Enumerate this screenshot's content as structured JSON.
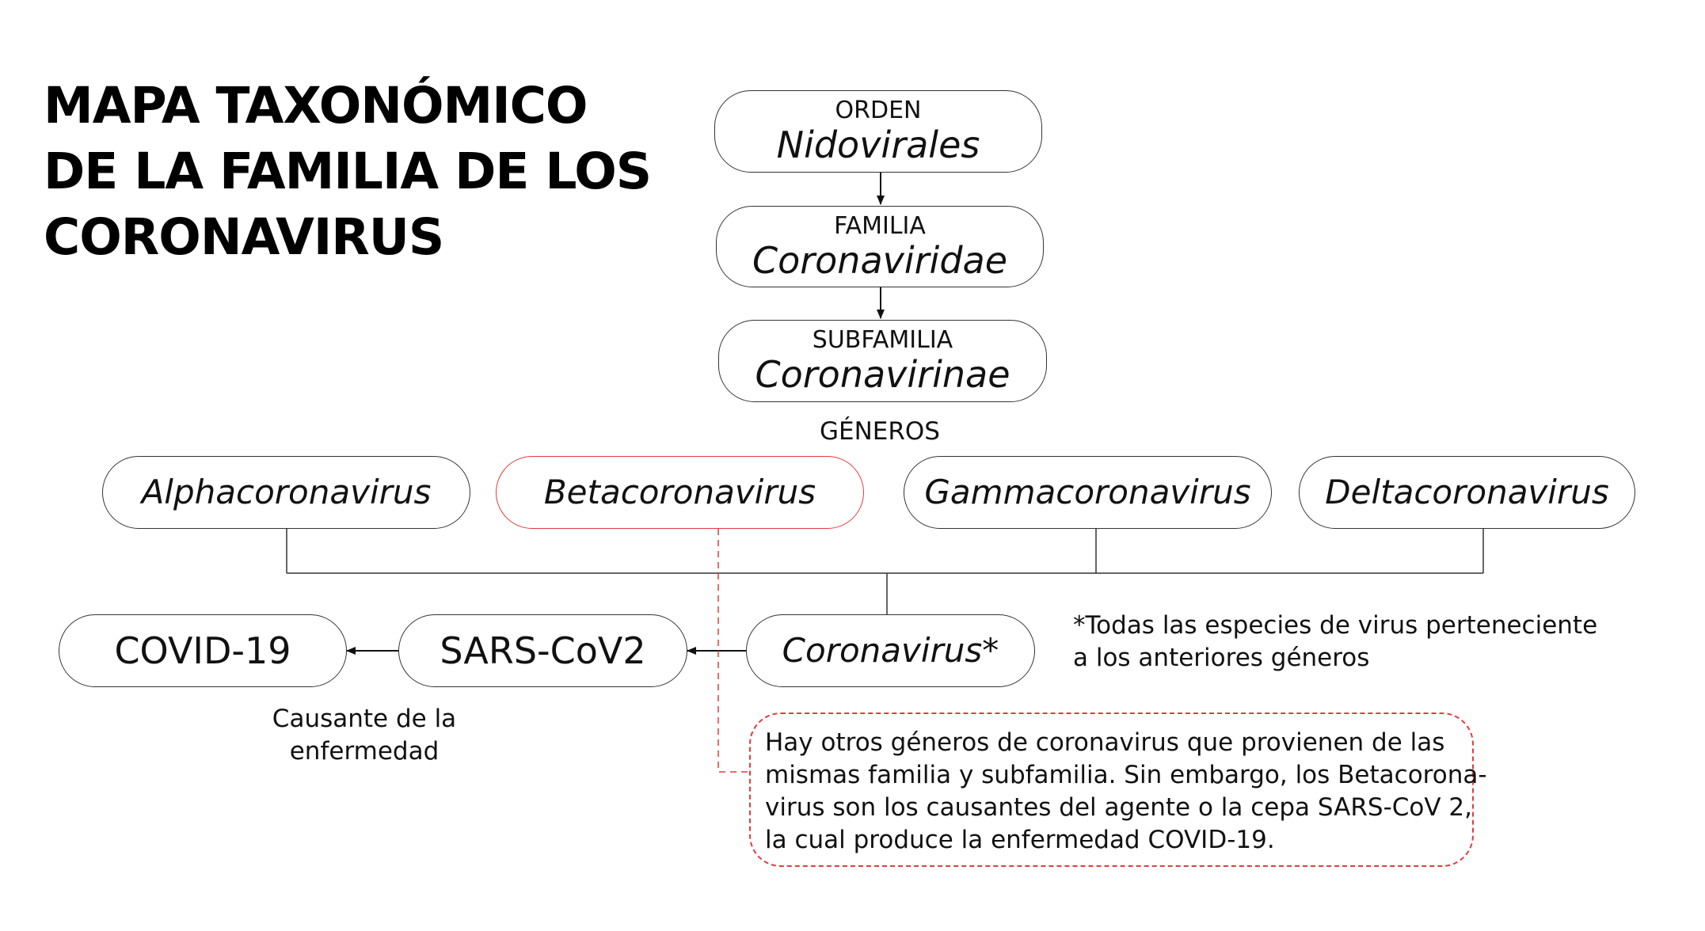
{
  "title": {
    "line1": "MAPA TAXONÓMICO",
    "line2": "DE LA FAMILIA DE LOS",
    "line3": "CORONAVIRUS"
  },
  "orden": {
    "rank": "ORDEN",
    "name": "Nidovirales"
  },
  "familia": {
    "rank": "FAMILIA",
    "name": "Coronaviridae"
  },
  "subfamilia": {
    "rank": "SUBFAMILIA",
    "name": "Coronavirinae"
  },
  "generos_label": "GÉNEROS",
  "genera": [
    {
      "name": "Alphacoronavirus"
    },
    {
      "name": "Betacoronavirus"
    },
    {
      "name": "Gammacoronavirus"
    },
    {
      "name": "Deltacoronavirus"
    }
  ],
  "coronavirus": {
    "name": "Coronavirus*"
  },
  "sars": {
    "name": "SARS-CoV2"
  },
  "covid": {
    "name": "COVID-19"
  },
  "causante": {
    "line1": "Causante de la",
    "line2": "enfermedad"
  },
  "footnote": {
    "line1": "*Todas las especies de virus perteneciente",
    "line2": "a los anteriores géneros"
  },
  "callout": {
    "line1": "Hay otros géneros de coronavirus que provienen de las",
    "line2": "mismas familia y subfamilia. Sin embargo, los Betacorona-",
    "line3": "virus son los causantes del agente o la cepa SARS-CoV 2,",
    "line4": "la cual produce la enfermedad COVID-19."
  },
  "colors": {
    "highlight": "#e33b3b",
    "stroke": "#333333",
    "text": "#111111"
  }
}
